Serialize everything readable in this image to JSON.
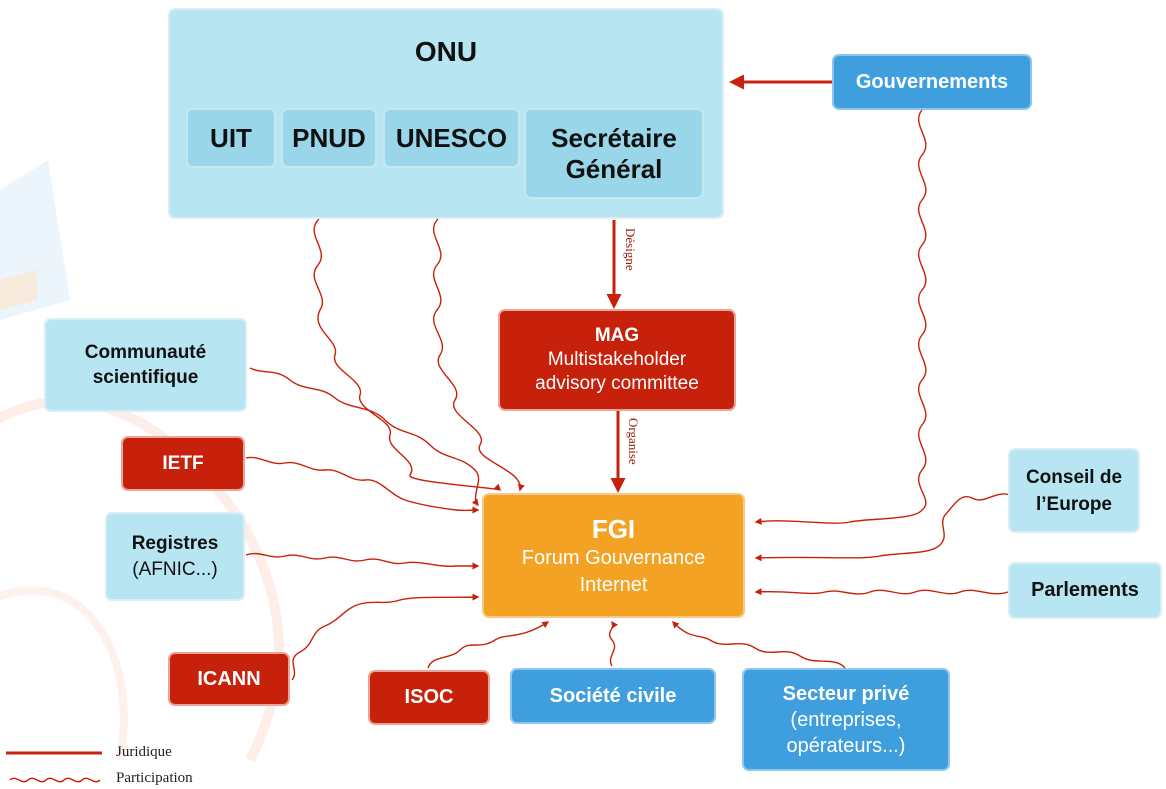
{
  "onu": {
    "title": "ONU",
    "agencies": [
      "UIT",
      "PNUD",
      "UNESCO"
    ],
    "sg_line1": "Secrétaire",
    "sg_line2": "Général"
  },
  "gouvernements": "Gouvernements",
  "mag": {
    "title": "MAG",
    "line1": "Multistakeholder",
    "line2": "advisory committee"
  },
  "fgi": {
    "title": "FGI",
    "line1": "Forum Gouvernance",
    "line2": "Internet"
  },
  "labels": {
    "designe": "Désigne",
    "organise": "Organise"
  },
  "left_nodes": {
    "communaute_line1": "Communauté",
    "communaute_line2": "scientifique",
    "ietf": "IETF",
    "registres_line1": "Registres",
    "registres_line2": "(AFNIC...)",
    "icann": "ICANN"
  },
  "right_nodes": {
    "conseil_line1": "Conseil de",
    "conseil_line2": "l’Europe",
    "parlements": "Parlements"
  },
  "bottom_nodes": {
    "isoc": "ISOC",
    "societe_civile": "Société civile",
    "secteur_line1": "Secteur privé",
    "secteur_line2": "(entreprises,",
    "secteur_line3": "opérateurs...)"
  },
  "legend": {
    "juridique": "Juridique",
    "participation": "Participation"
  },
  "colors": {
    "arrow": "#c7210b",
    "onu_bg": "#b7e5f2",
    "blue_box": "#3e9ede",
    "red_box": "#c7210b",
    "fgi": "#f4a224"
  }
}
